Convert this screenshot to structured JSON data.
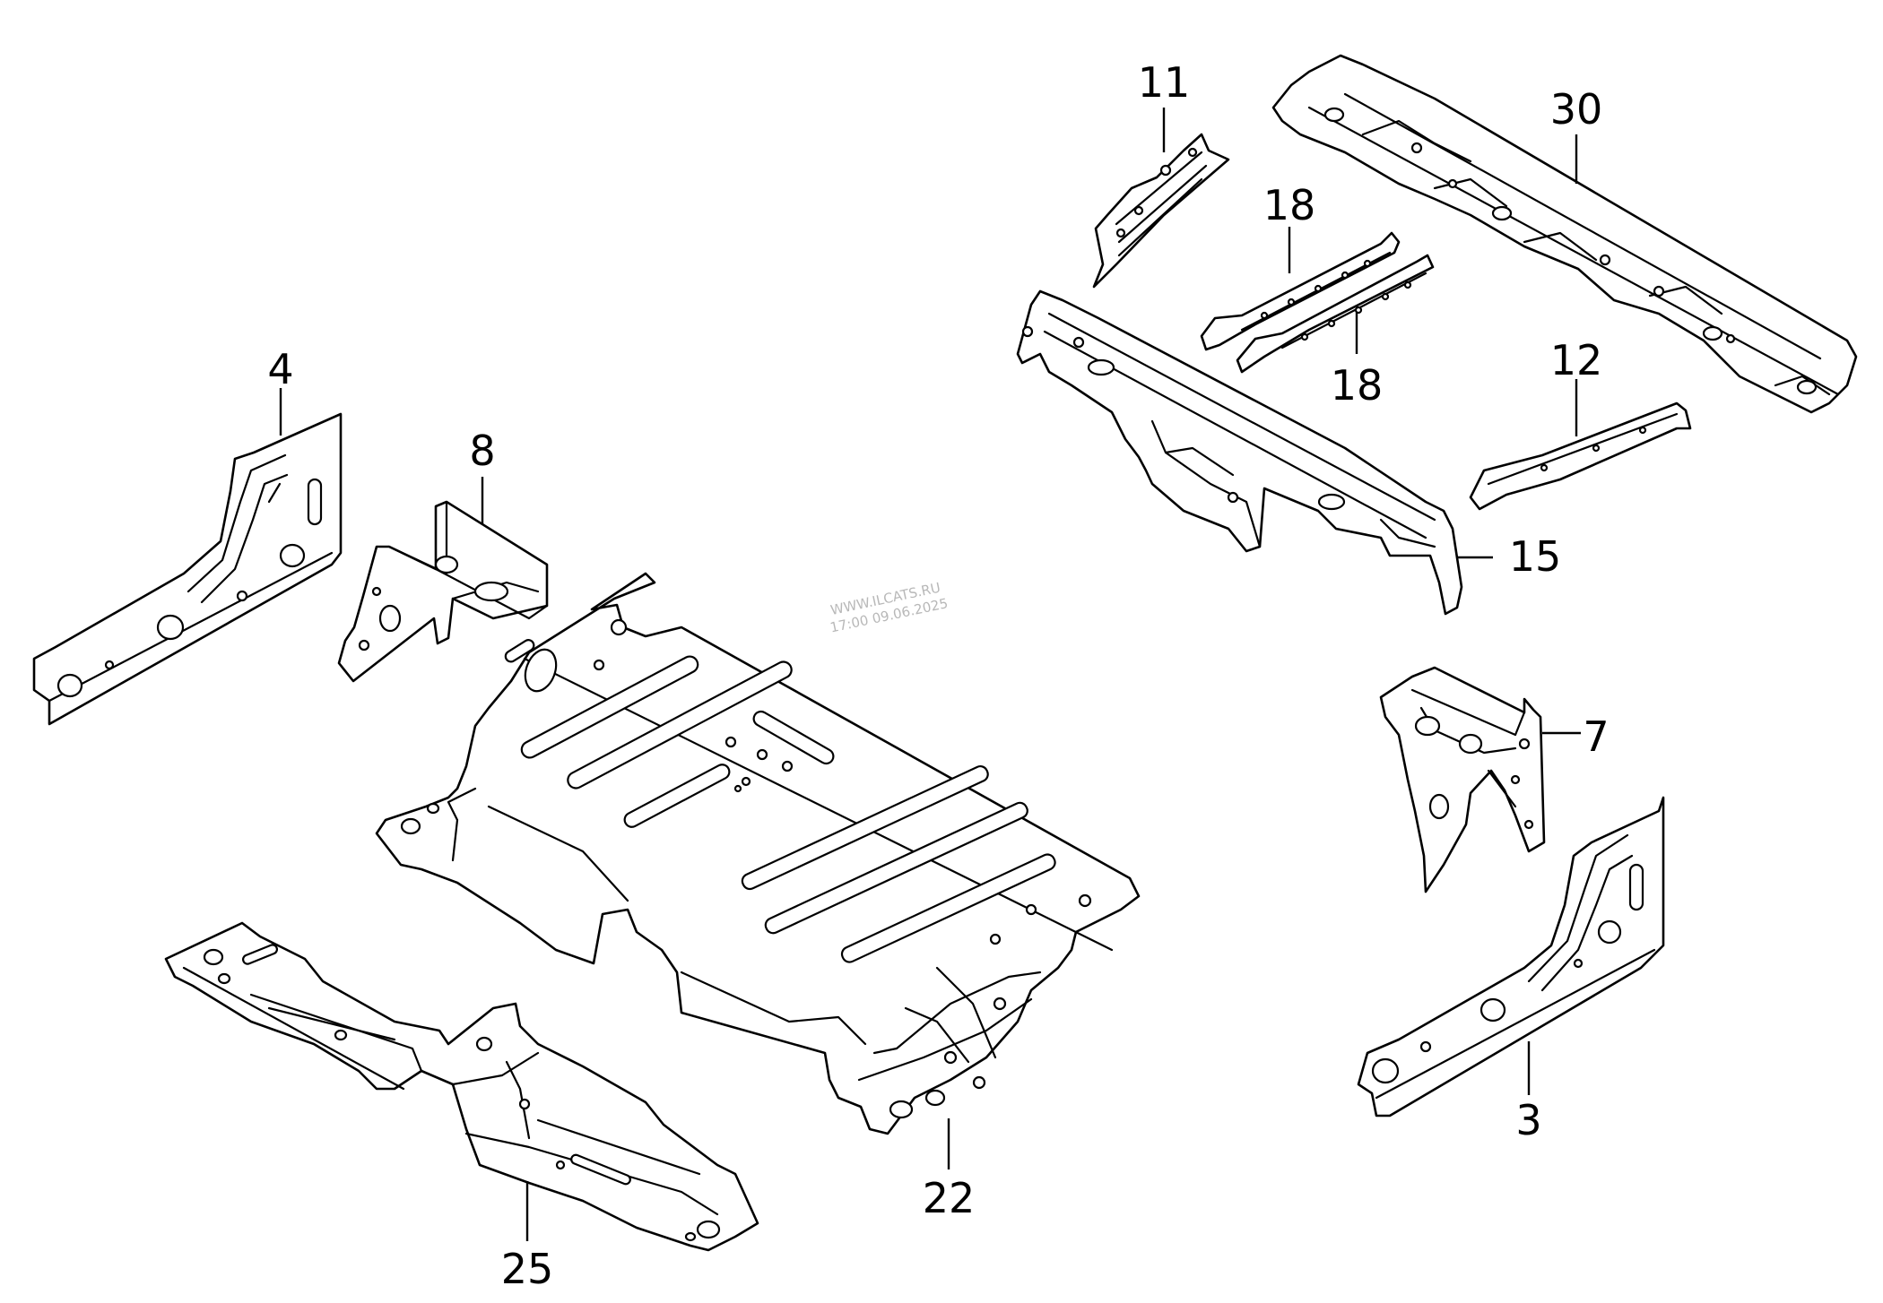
{
  "callouts": {
    "p3": "3",
    "p4": "4",
    "p7": "7",
    "p8": "8",
    "p11": "11",
    "p12": "12",
    "p15": "15",
    "p18a": "18",
    "p18b": "18",
    "p22": "22",
    "p25": "25",
    "p30": "30"
  },
  "watermark": {
    "line1": "WWW.ILCATS.RU",
    "line2": "17:00 09.06.2025"
  }
}
